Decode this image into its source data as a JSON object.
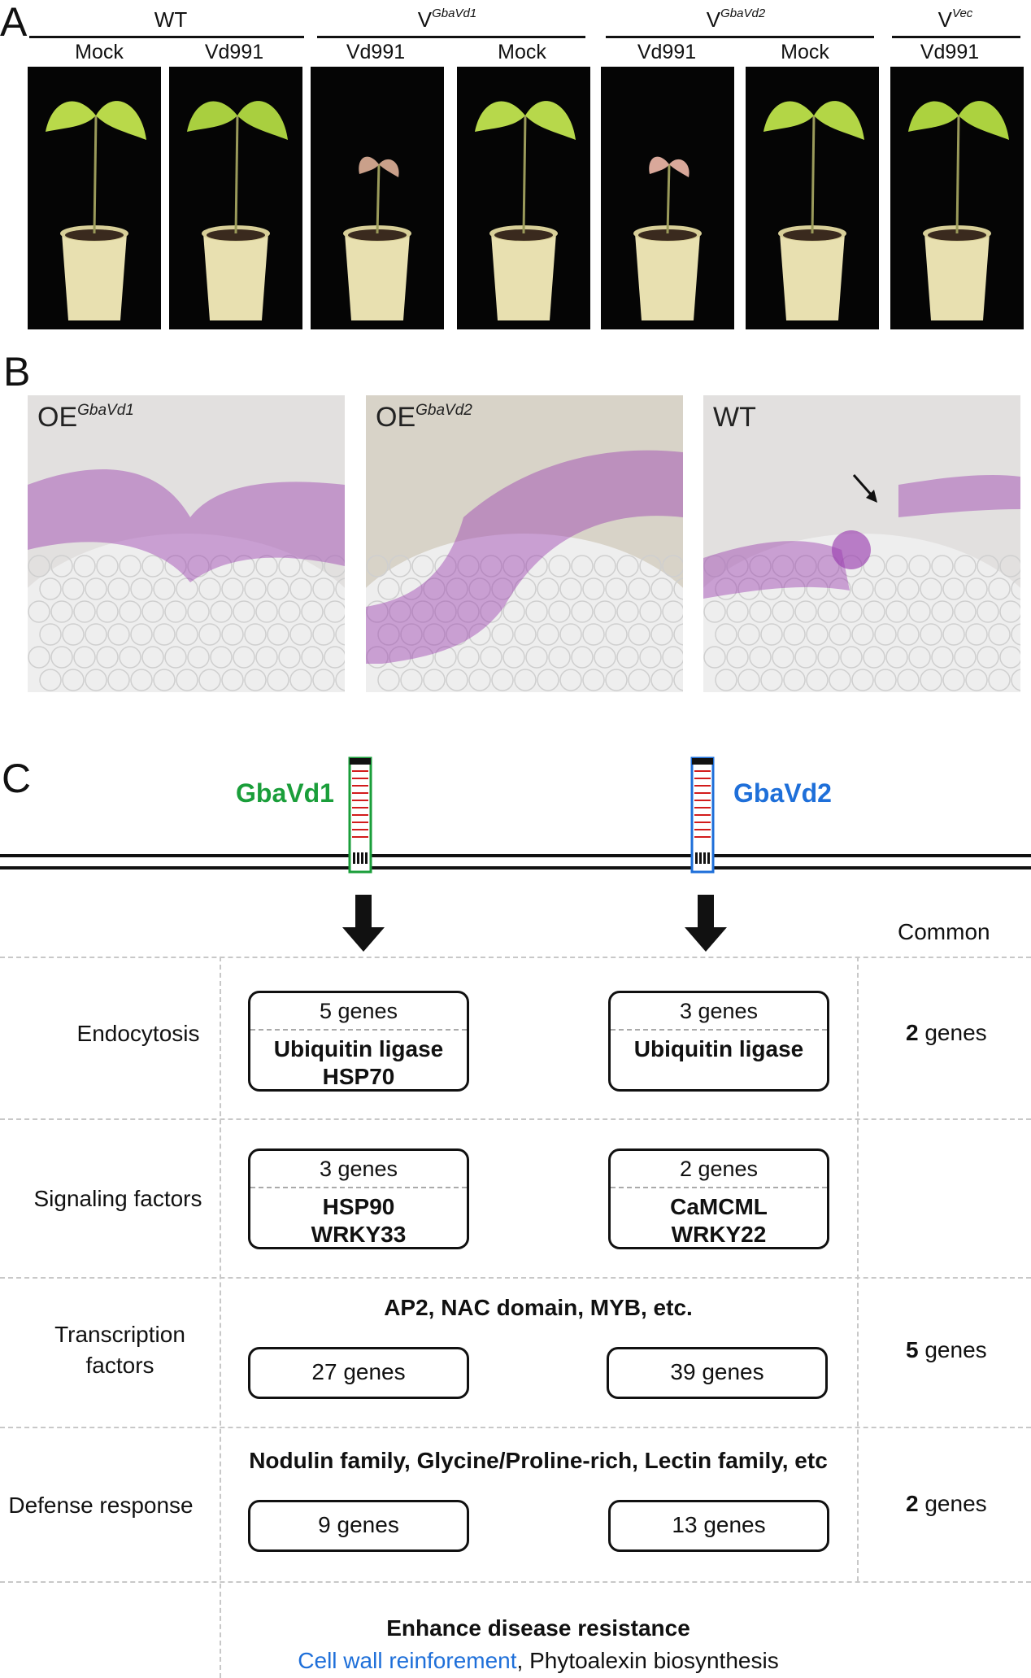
{
  "panel_a": {
    "letter": "A",
    "groups": [
      {
        "base": "WT",
        "sup": ""
      },
      {
        "base": "V",
        "sup": "GbaVd1"
      },
      {
        "base": "V",
        "sup": "GbaVd2"
      },
      {
        "base": "V",
        "sup": "Vec"
      }
    ],
    "treatments": [
      "Mock",
      "Vd991",
      "Vd991",
      "Mock",
      "Vd991",
      "Mock",
      "Vd991"
    ],
    "plants": [
      {
        "leaf_color": "#b9d94a",
        "health": "healthy"
      },
      {
        "leaf_color": "#a9cf3f",
        "health": "healthy"
      },
      {
        "leaf_color": "#caa08a",
        "health": "wilted"
      },
      {
        "leaf_color": "#b7d84b",
        "health": "healthy"
      },
      {
        "leaf_color": "#d9a89a",
        "health": "wilted"
      },
      {
        "leaf_color": "#b3d646",
        "health": "healthy"
      },
      {
        "leaf_color": "#acd23f",
        "health": "healthy"
      }
    ]
  },
  "panel_b": {
    "letter": "B",
    "images": [
      {
        "base": "OE",
        "sup": "GbaVd1"
      },
      {
        "base": "OE",
        "sup": "GbaVd2"
      },
      {
        "base": "WT",
        "sup": ""
      }
    ],
    "stain_color": "#9b3fb0"
  },
  "panel_c": {
    "letter": "C",
    "gene1": {
      "name": "GbaVd1",
      "color": "#1a9e3a"
    },
    "gene2": {
      "name": "GbaVd2",
      "color": "#1e6fd9"
    },
    "common_header": "Common",
    "rows": [
      {
        "label": "Endocytosis",
        "vd1": {
          "count": "5 genes",
          "names": [
            "Ubiquitin ligase",
            "HSP70"
          ]
        },
        "vd2": {
          "count": "3 genes",
          "names": [
            "Ubiquitin ligase"
          ]
        },
        "common_num": "2",
        "common_unit": "genes"
      },
      {
        "label": "Signaling factors",
        "vd1": {
          "count": "3 genes",
          "names": [
            "HSP90",
            "WRKY33"
          ]
        },
        "vd2": {
          "count": "2 genes",
          "names": [
            "CaMCML",
            "WRKY22"
          ]
        },
        "common_num": "",
        "common_unit": ""
      },
      {
        "label_lines": [
          "Transcription",
          "factors"
        ],
        "subtitle": "AP2, NAC domain, MYB, etc.",
        "vd1": {
          "count": "27 genes"
        },
        "vd2": {
          "count": "39 genes"
        },
        "common_num": "5",
        "common_unit": "genes"
      },
      {
        "label": "Defense response",
        "subtitle": "Nodulin family, Glycine/Proline-rich, Lectin family, etc",
        "vd1": {
          "count": "9 genes"
        },
        "vd2": {
          "count": "13 genes"
        },
        "common_num": "2",
        "common_unit": "genes"
      }
    ],
    "conclusion": {
      "line1": "Enhance disease resistance",
      "highlight": "Cell wall reinforement",
      "highlight_color": "#1e6fd9",
      "rest": ", Phytoalexin biosynthesis"
    }
  }
}
